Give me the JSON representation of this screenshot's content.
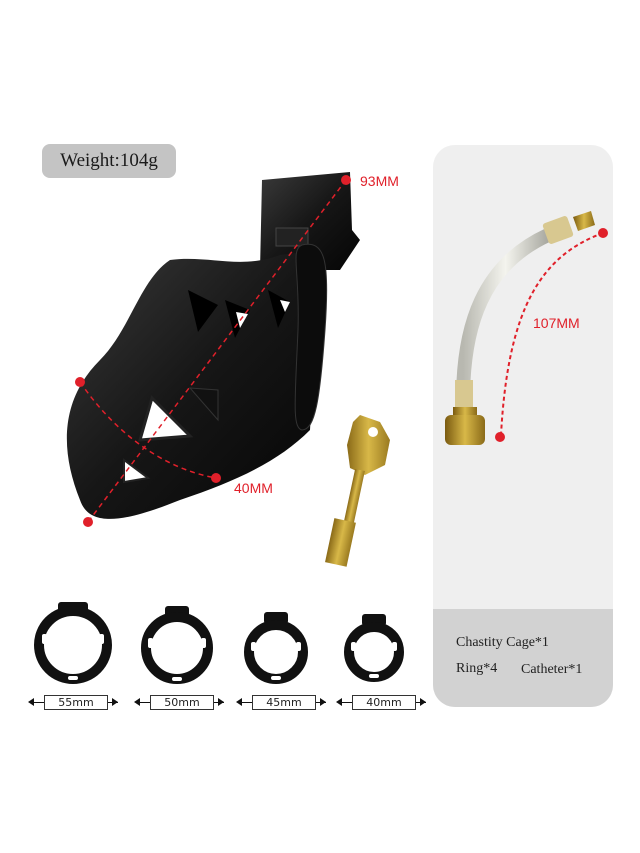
{
  "weight_badge": {
    "text": "Weight:104g"
  },
  "dimensions": {
    "cage_length": "93MM",
    "cage_width": "40MM",
    "catheter_length": "107MM"
  },
  "colors": {
    "accent_red": "#e0202a",
    "badge_bg": "#c4c4c4",
    "panel_bg": "#efefef",
    "contents_bg": "#d2d2d2",
    "cage_black": "#111111",
    "brass": "#c8a53a"
  },
  "rings": [
    {
      "size": "55mm"
    },
    {
      "size": "50mm"
    },
    {
      "size": "45mm"
    },
    {
      "size": "40mm"
    }
  ],
  "package_contents": {
    "line1": "Chastity Cage*1",
    "ring": "Ring*4",
    "catheter": "Catheter*1"
  }
}
